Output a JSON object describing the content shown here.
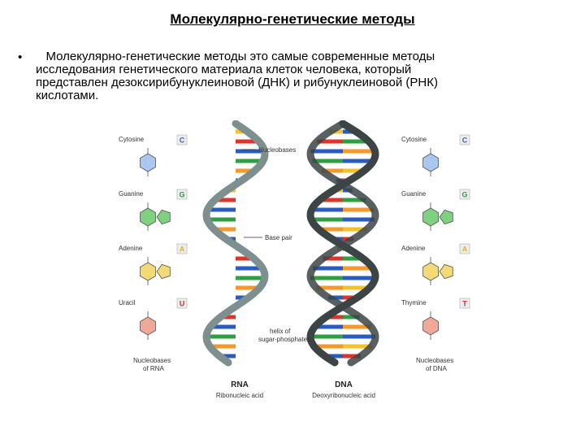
{
  "slide": {
    "title": "Молекулярно-генетические методы",
    "bullet": "•",
    "paragraph_lines": [
      "   Молекулярно-генетические методы это самые современные методы",
      "исследования генетического материала клеток человека, который",
      "представлен дезоксирибунуклеиновой (ДНК) и рибунуклеиновой (РНК)",
      "кислотами."
    ]
  },
  "figure": {
    "left_column": {
      "bases": [
        {
          "name": "Cytosine",
          "letter": "C",
          "color": "#3b5bb5",
          "ring": "#a9c7f0"
        },
        {
          "name": "Guanine",
          "letter": "G",
          "color": "#2e9a3e",
          "ring": "#7fd07f"
        },
        {
          "name": "Adenine",
          "letter": "A",
          "color": "#e6b020",
          "ring": "#f4d977"
        },
        {
          "name": "Uracil",
          "letter": "U",
          "color": "#c0392b",
          "ring": "#f0a898"
        }
      ],
      "caption_lines": [
        "Nucleobases",
        "of RNA"
      ]
    },
    "right_column": {
      "bases": [
        {
          "name": "Cytosine",
          "letter": "C",
          "color": "#3b5bb5",
          "ring": "#a9c7f0"
        },
        {
          "name": "Guanine",
          "letter": "G",
          "color": "#2e9a3e",
          "ring": "#7fd07f"
        },
        {
          "name": "Adenine",
          "letter": "A",
          "color": "#e6b020",
          "ring": "#f4d977"
        },
        {
          "name": "Thymine",
          "letter": "T",
          "color": "#c0392b",
          "ring": "#f0a898"
        }
      ],
      "caption_lines": [
        "Nucleobases",
        "of DNA"
      ]
    },
    "labels": {
      "nucleobases": "Nucleobases",
      "base_pair": "Base pair",
      "helix_line1": "helix of",
      "helix_line2": "sugar-phosphates"
    },
    "rna": {
      "title": "RNA",
      "subtitle": "Ribonucleic acid"
    },
    "dna": {
      "title": "DNA",
      "subtitle": "Deoxyribonucleic acid"
    },
    "colors": {
      "rna_backbone": "#7d8f8e",
      "dna_backbone": "#3c4446",
      "bar_palette": [
        "#f2c12e",
        "#e0332b",
        "#2a5cbf",
        "#2ea043",
        "#f29a2e",
        "#2a5cbf"
      ]
    }
  }
}
